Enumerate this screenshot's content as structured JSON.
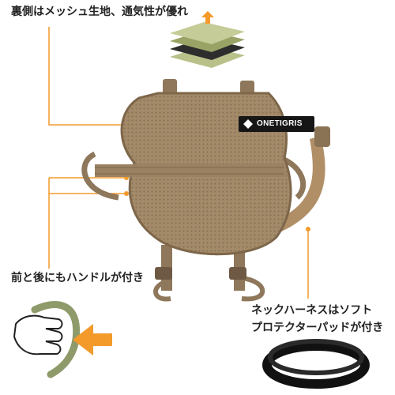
{
  "captions": {
    "mesh": "裏側はメッシュ生地、通気性が優れ",
    "handle": "前と後にもハンドルが付き",
    "neck_line1": "ネックハーネスはソフト",
    "neck_line2": "プロテクターパッドが付き"
  },
  "brand_label": "ONETIGRIS",
  "colors": {
    "accent": "#f39a2b",
    "harness": "#a89070",
    "mesh_layers": "#8f9a5a",
    "pad": "#111111"
  },
  "icons": [
    "mesh-layers-icon",
    "hand-grip-icon",
    "arrow-left-icon",
    "neck-pad-image"
  ]
}
